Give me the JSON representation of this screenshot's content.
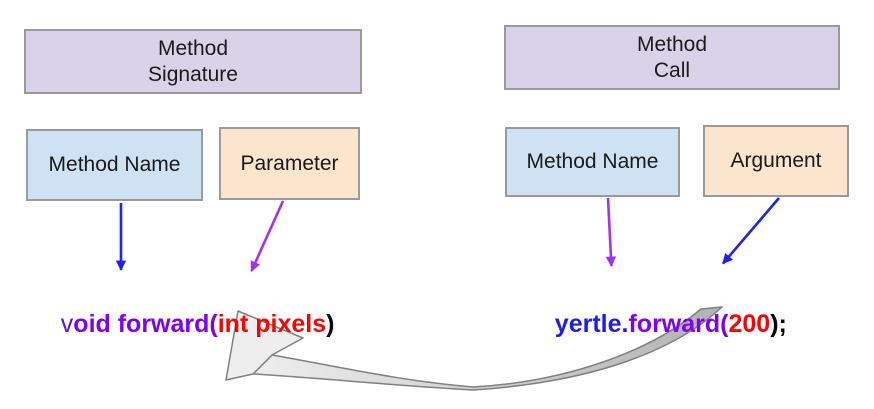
{
  "colors": {
    "purple_box_fill": "#d9d2e9",
    "blue_box_fill": "#cfe2f3",
    "orange_box_fill": "#fce5cd",
    "box_border": "#9a9a9a",
    "code_purple": "#7f00f5",
    "code_purple_dark": "#5c14cc",
    "code_blue": "#1c1cf0",
    "code_red": "#ff0000",
    "code_black": "#000000",
    "arrow_blue": "#2020f0",
    "arrow_purple": "#a331f5",
    "swoosh_light": "#eeeeee",
    "swoosh_dark": "#b2b2b2",
    "swoosh_outline": "#808080"
  },
  "left": {
    "header_line1": "Method",
    "header_line2": "Signature",
    "method_name_label": "Method Name",
    "parameter_label": "Parameter",
    "code": {
      "keyword_first_char": "v",
      "keyword_rest": "oid forward(",
      "parameters": "int pixels",
      "close": ")"
    }
  },
  "right": {
    "header_line1": "Method",
    "header_line2": "Call",
    "method_name_label": "Method Name",
    "argument_label": "Argument",
    "code": {
      "object": "yertle.",
      "method": "forward(",
      "argument": "200",
      "close": ");"
    }
  }
}
